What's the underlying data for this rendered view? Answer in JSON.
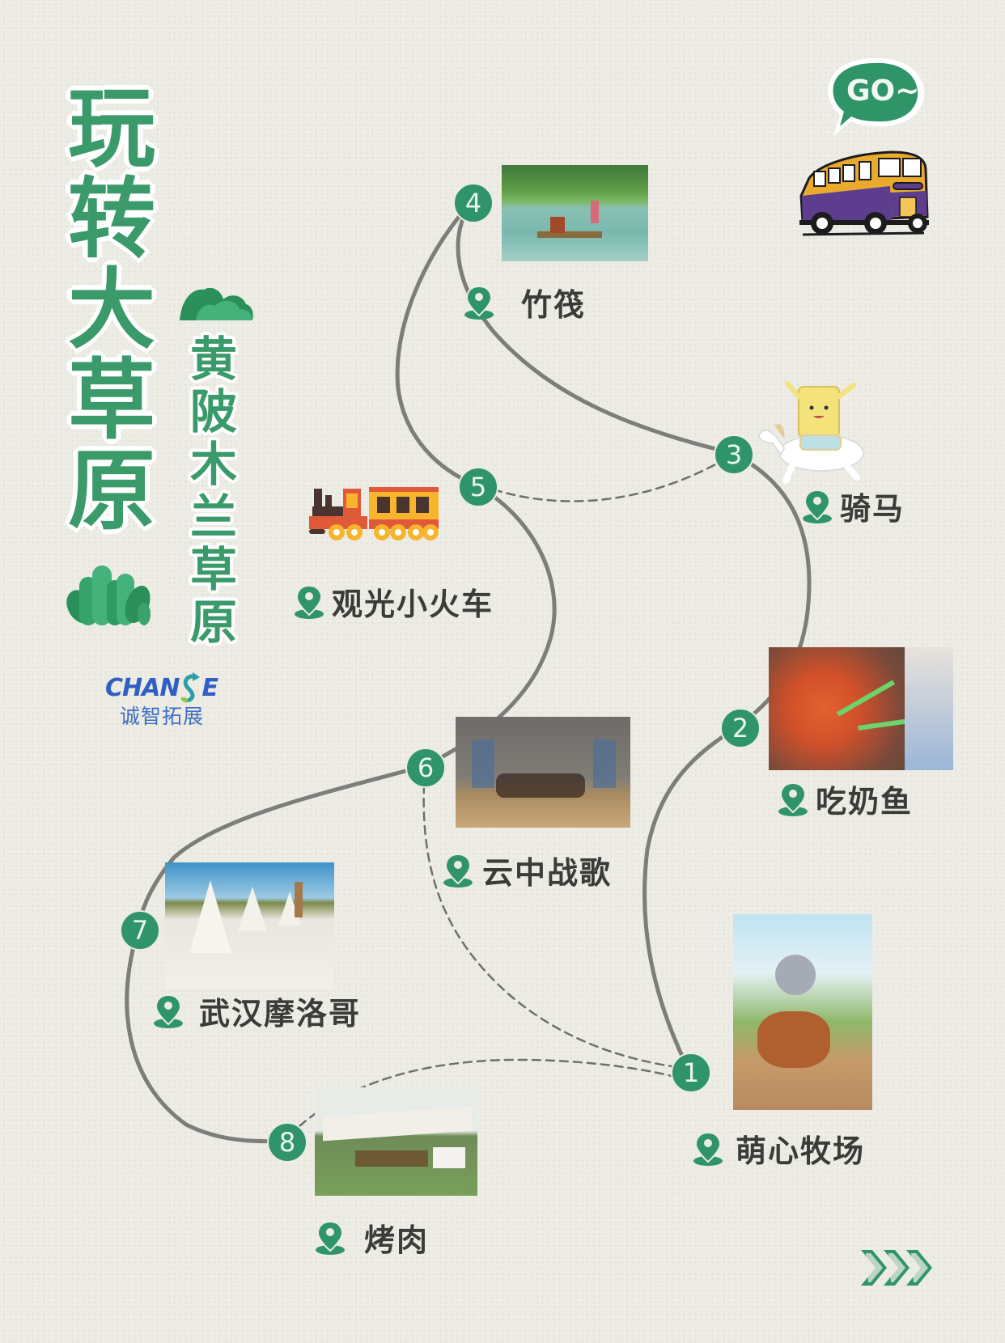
{
  "title": {
    "main": [
      "玩",
      "转",
      "大",
      "草",
      "原"
    ],
    "subtitle": [
      "黄",
      "陂",
      "木",
      "兰",
      "草",
      "原"
    ]
  },
  "logo": {
    "brand": "CHANGE",
    "brand_parts": [
      "CHAN",
      "E"
    ],
    "name_cn": "诚智拓展"
  },
  "speech_bubble": {
    "text": "GO~"
  },
  "colors": {
    "accent_green": "#2f9568",
    "title_green": "#3a9a6a",
    "route_gray": "#7d7d7a",
    "label_dark": "#3b3b38",
    "background": "#ecebe3",
    "logo_blue": "#2f5fc4"
  },
  "stops": [
    {
      "number": "1",
      "name": "萌心牧场",
      "photo": "cartoon-archer-on-horse"
    },
    {
      "number": "2",
      "name": "吃奶鱼",
      "photo": "koi-fish-feeding"
    },
    {
      "number": "3",
      "name": "骑马",
      "photo": "cartoon-horse-riding"
    },
    {
      "number": "4",
      "name": "竹筏",
      "photo": "bamboo-raft-river"
    },
    {
      "number": "5",
      "name": "观光小火车",
      "photo": "cartoon-train"
    },
    {
      "number": "6",
      "name": "云中战歌",
      "photo": "horseback-battle-show"
    },
    {
      "number": "7",
      "name": "武汉摩洛哥",
      "photo": "white-teepee-tents"
    },
    {
      "number": "8",
      "name": "烤肉",
      "photo": "canopy-barbecue-lawn"
    }
  ],
  "icons": {
    "location_pin": "map-pin-icon",
    "next_arrows": "triple-chevron-right-icon",
    "bus": "vintage-bus-illustration",
    "bushes": "green-bush-icon"
  }
}
